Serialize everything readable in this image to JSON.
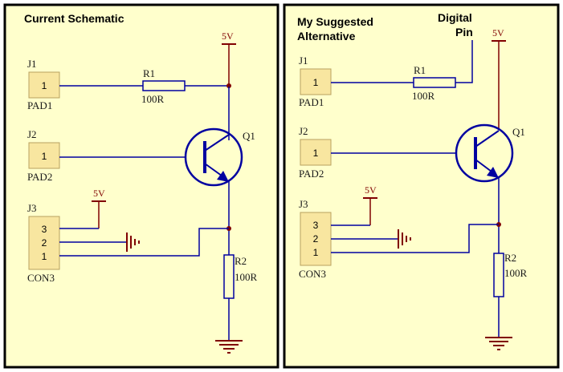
{
  "colors": {
    "panel_bg": "#ffffcc",
    "panel_border": "#000000",
    "wire": "#0000a0",
    "component": "#0000a0",
    "component_fill": "#ffffcc",
    "power": "#800000",
    "junction": "#800000",
    "pad_fill": "#f8e6a0",
    "pad_border": "#b8a060"
  },
  "left_panel": {
    "title": "Current Schematic",
    "j1": {
      "ref": "J1",
      "pin": "1",
      "name": "PAD1"
    },
    "j2": {
      "ref": "J2",
      "pin": "1",
      "name": "PAD2"
    },
    "j3": {
      "ref": "J3",
      "pins": [
        "3",
        "2",
        "1"
      ],
      "name": "CON3"
    },
    "r1": {
      "ref": "R1",
      "value": "100R"
    },
    "r2": {
      "ref": "R2",
      "value": "100R"
    },
    "q1": {
      "ref": "Q1"
    },
    "vcc_top": "5V",
    "vcc_con": "5V"
  },
  "right_panel": {
    "title_line1": "My Suggested",
    "title_line2": "Alternative",
    "digital_line1": "Digital",
    "digital_line2": "Pin",
    "j1": {
      "ref": "J1",
      "pin": "1",
      "name": "PAD1"
    },
    "j2": {
      "ref": "J2",
      "pin": "1",
      "name": "PAD2"
    },
    "j3": {
      "ref": "J3",
      "pins": [
        "3",
        "2",
        "1"
      ],
      "name": "CON3"
    },
    "r1": {
      "ref": "R1",
      "value": "100R"
    },
    "r2": {
      "ref": "R2",
      "value": "100R"
    },
    "q1": {
      "ref": "Q1"
    },
    "vcc_top": "5V",
    "vcc_con": "5V"
  }
}
